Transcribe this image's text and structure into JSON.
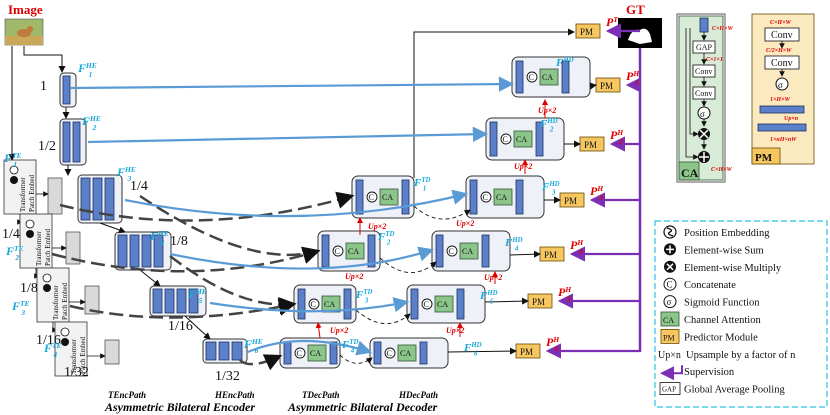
{
  "image_label": "Image",
  "gt_label": "GT",
  "colors": {
    "feature": "#5b80c9",
    "channel_attention": "#8bc58a",
    "predictor": "#f6c760",
    "supervision": "#7a2fb4",
    "skip_arrow": "#5a9bd6",
    "label_cyan": "#17a8d8",
    "label_red": "#e00000"
  },
  "scales": [
    "1",
    "1/2",
    "1/4",
    "1/8",
    "1/16",
    "1/32"
  ],
  "te_scales": [
    "1/4",
    "1/8",
    "1/16",
    "1/32"
  ],
  "block_labels": {
    "transformer": "Transformer",
    "patch_embed": "Patch Embed"
  },
  "he_labels": [
    {
      "sym": "F",
      "sup": "HE",
      "sub": "1"
    },
    {
      "sym": "F",
      "sup": "HE",
      "sub": "2"
    },
    {
      "sym": "F",
      "sup": "HE",
      "sub": "3"
    },
    {
      "sym": "F",
      "sup": "HE",
      "sub": "4"
    },
    {
      "sym": "F",
      "sup": "HE",
      "sub": "5"
    },
    {
      "sym": "F",
      "sup": "HE",
      "sub": "6"
    }
  ],
  "te_labels": [
    {
      "sym": "F",
      "sup": "TE",
      "sub": "1"
    },
    {
      "sym": "F",
      "sup": "TE",
      "sub": "2"
    },
    {
      "sym": "F",
      "sup": "TE",
      "sub": "3"
    },
    {
      "sym": "F",
      "sup": "TE",
      "sub": "4"
    }
  ],
  "td_labels": [
    {
      "sym": "F",
      "sup": "TD",
      "sub": "1"
    },
    {
      "sym": "F",
      "sup": "TD",
      "sub": "2"
    },
    {
      "sym": "F",
      "sup": "TD",
      "sub": "3"
    },
    {
      "sym": "F",
      "sup": "TD",
      "sub": "4"
    }
  ],
  "hd_labels": [
    {
      "sym": "F",
      "sup": "HD",
      "sub": "1"
    },
    {
      "sym": "F",
      "sup": "HD",
      "sub": "2"
    },
    {
      "sym": "F",
      "sup": "HD",
      "sub": "3"
    },
    {
      "sym": "F",
      "sup": "HD",
      "sub": "4"
    },
    {
      "sym": "F",
      "sup": "HD",
      "sub": "5"
    },
    {
      "sym": "F",
      "sup": "HD",
      "sub": "6"
    }
  ],
  "p_labels": [
    {
      "sym": "P",
      "sup": "T",
      "sub": ""
    },
    {
      "sym": "P",
      "sup": "H",
      "sub": "1"
    },
    {
      "sym": "P",
      "sup": "H",
      "sub": "2"
    },
    {
      "sym": "P",
      "sup": "H",
      "sub": "3"
    },
    {
      "sym": "P",
      "sup": "H",
      "sub": "4"
    },
    {
      "sym": "P",
      "sup": "H",
      "sub": "5"
    },
    {
      "sym": "P",
      "sup": "H",
      "sub": "6"
    }
  ],
  "ops": {
    "concat": "C",
    "ca": "CA",
    "pm": "PM",
    "up2": "Up×2",
    "gap": "GAP",
    "conv": "Conv",
    "sigma": "σ"
  },
  "ca_detail": {
    "title": "CA",
    "dims": [
      "C×H×W",
      "C×1×1",
      "C×H×W",
      "C×H×W"
    ]
  },
  "pm_detail": {
    "title": "PM",
    "dims": [
      "C×H×W",
      "C/2×H×W",
      "1×H×W",
      "1×nH×nW"
    ],
    "upn": "Up×n"
  },
  "legend": [
    {
      "icon": "position-embedding",
      "label": "Position Embedding"
    },
    {
      "icon": "element-sum",
      "label": "Element-wise Sum"
    },
    {
      "icon": "element-multiply",
      "label": "Element-wise Multiply"
    },
    {
      "icon": "concatenate",
      "label": "Concatenate"
    },
    {
      "icon": "sigmoid",
      "label": "Sigmoid Function"
    },
    {
      "icon": "channel-attention",
      "label": "Channel Attention"
    },
    {
      "icon": "predictor-module",
      "label": "Predictor Module"
    },
    {
      "icon": "upsample",
      "label": "Upsample by a factor of n",
      "prefix": "Up×n"
    },
    {
      "icon": "supervision",
      "label": "Supervision"
    },
    {
      "icon": "gap",
      "label": "Global Average Pooling"
    }
  ],
  "captions": {
    "tencpath": "TEncPath",
    "hencpath": "HEncPath",
    "encoder": "Asymmetric Bilateral Encoder",
    "tdecpath": "TDecPath",
    "hdecpath": "HDecPath",
    "decoder": "Asymmetric Bilateral Decoder"
  }
}
